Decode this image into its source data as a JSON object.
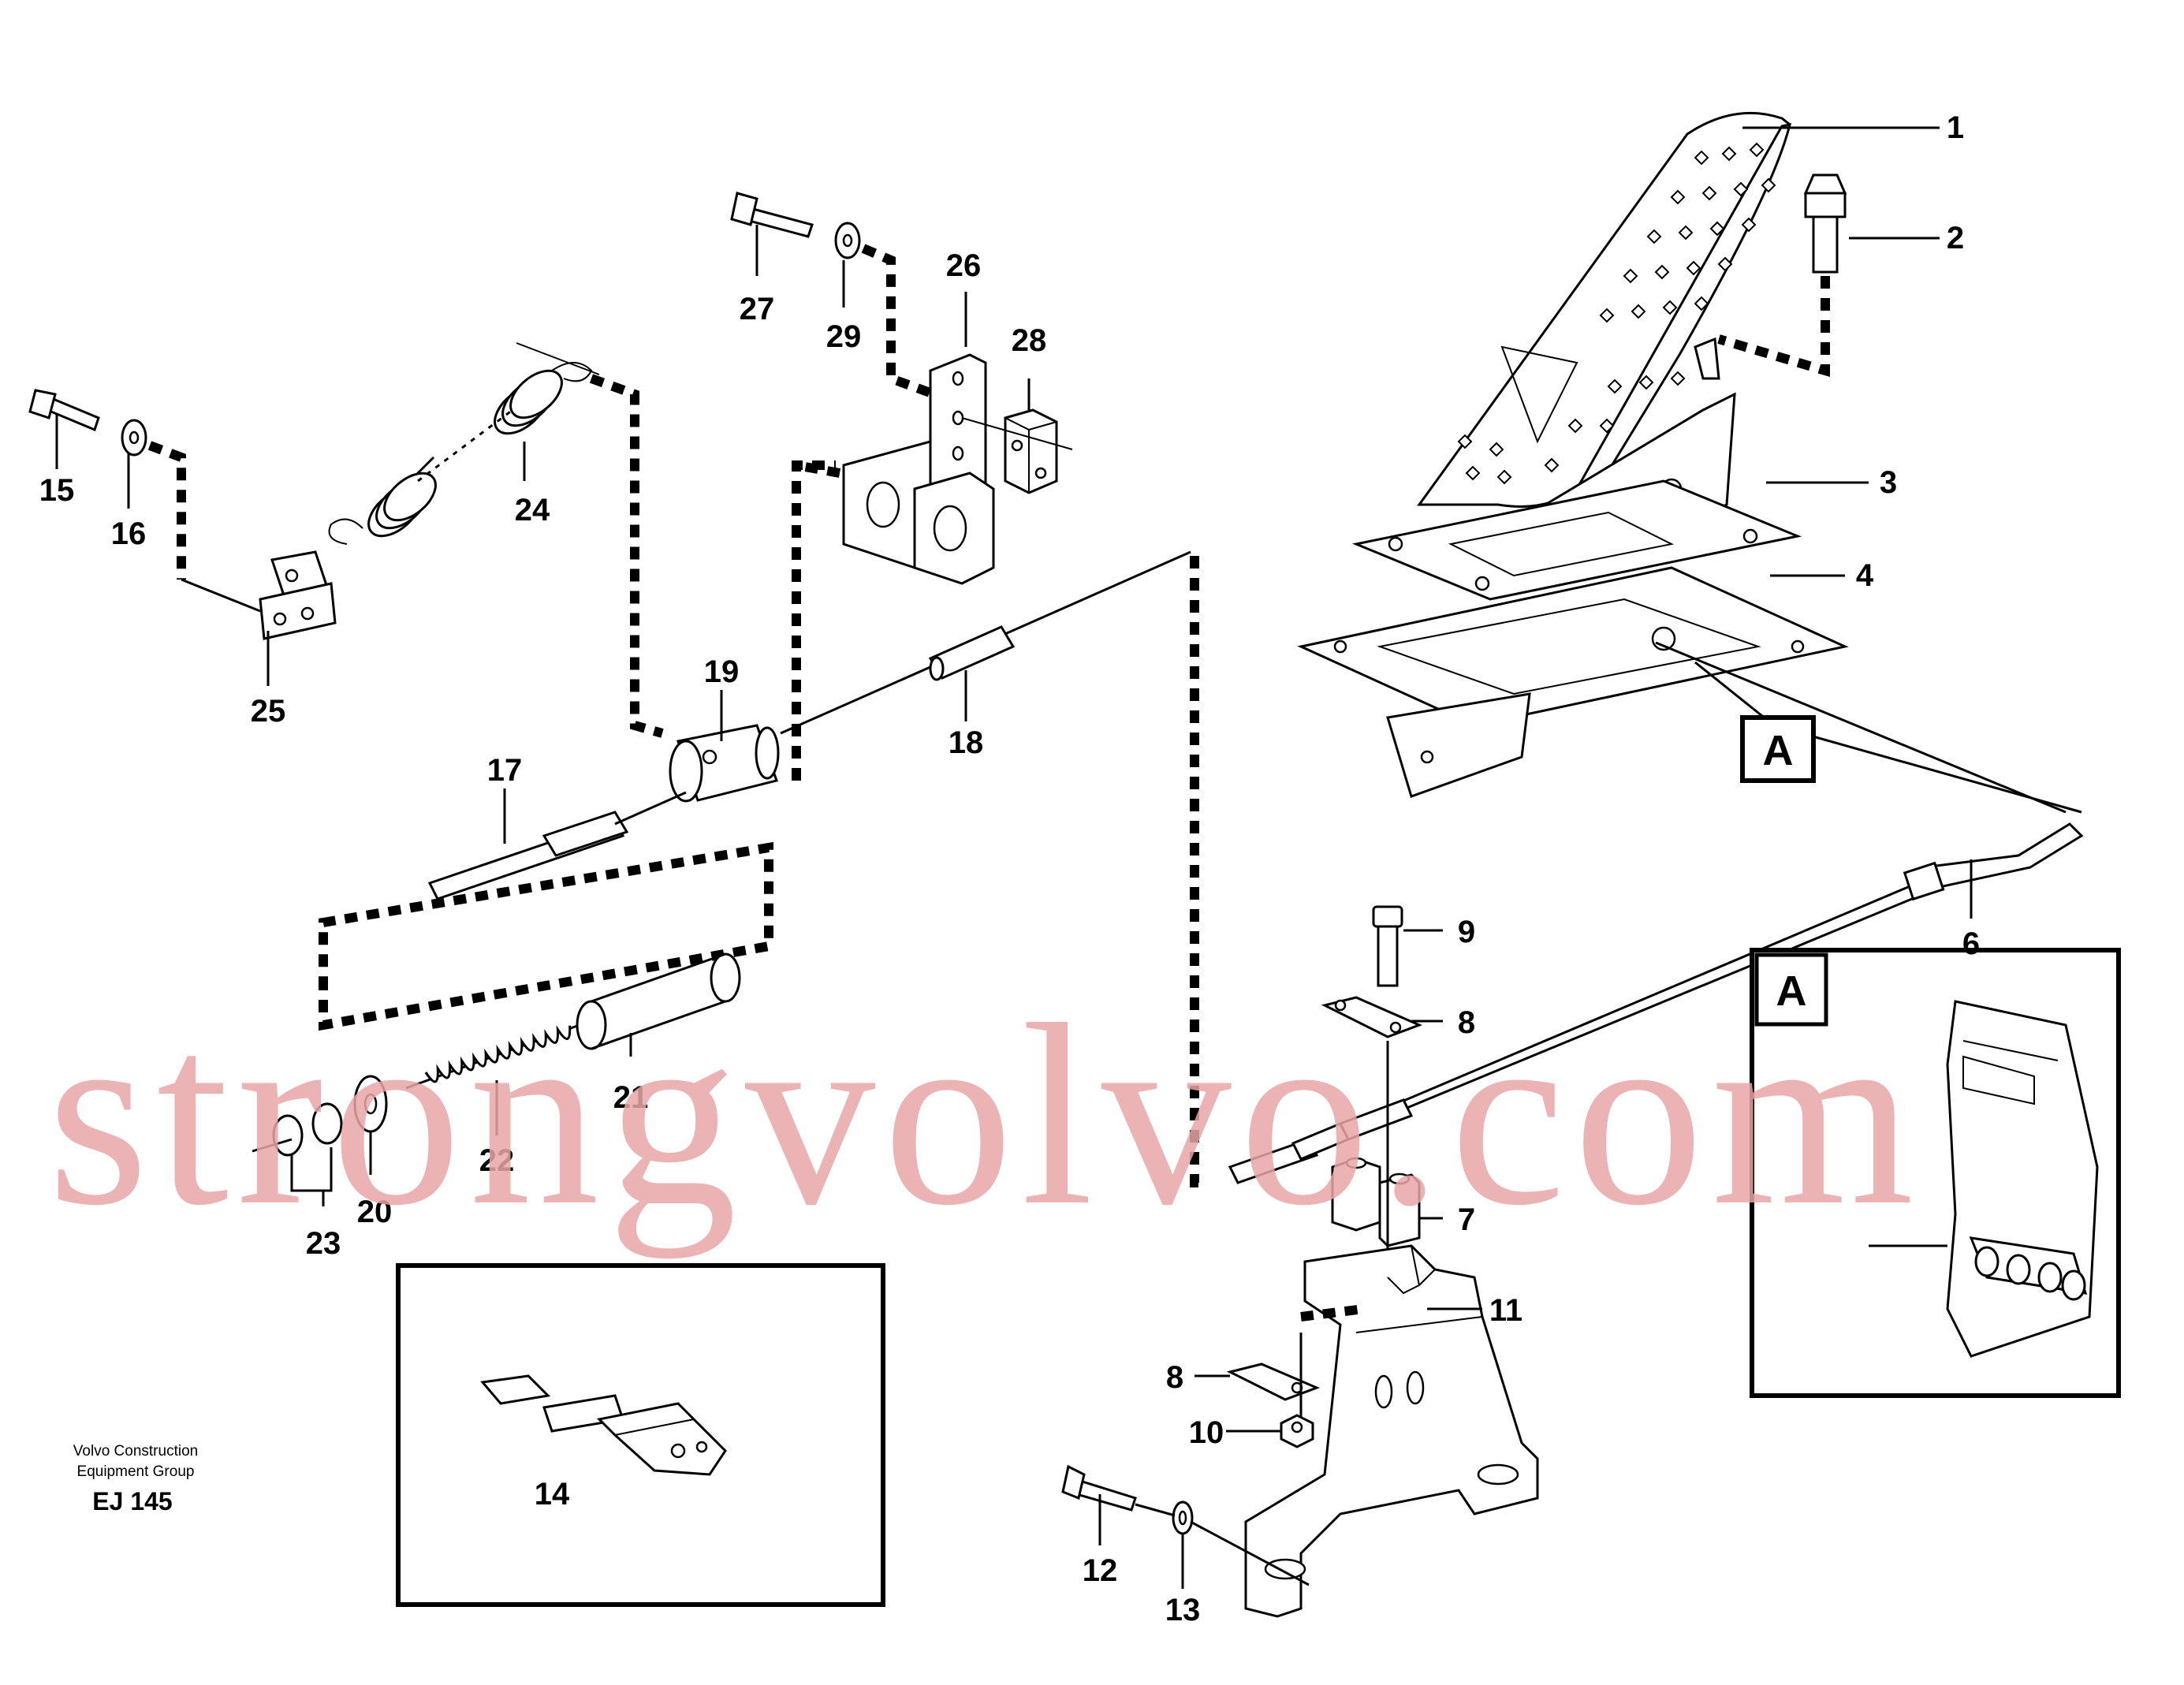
{
  "callouts": {
    "c1": "1",
    "c2": "2",
    "c3": "3",
    "c4": "4",
    "c6": "6",
    "c7": "7",
    "c8a": "8",
    "c8b": "8",
    "c9": "9",
    "c10": "10",
    "c11": "11",
    "c12": "12",
    "c13": "13",
    "c14": "14",
    "c15": "15",
    "c16": "16",
    "c17": "17",
    "c18": "18",
    "c19": "19",
    "c20": "20",
    "c21": "21",
    "c22": "22",
    "c23": "23",
    "c24": "24",
    "c25": "25",
    "c26": "26",
    "c27": "27",
    "c28": "28",
    "c29": "29"
  },
  "detail_ref": {
    "main": "A",
    "inset": "A"
  },
  "credit": {
    "line1": "Volvo Construction",
    "line2": "Equipment Group",
    "code": "EJ 145"
  },
  "watermark": "strongvolvo.com",
  "colors": {
    "ink": "#000000",
    "watermark": "#e8a6a6",
    "background": "#ffffff"
  }
}
